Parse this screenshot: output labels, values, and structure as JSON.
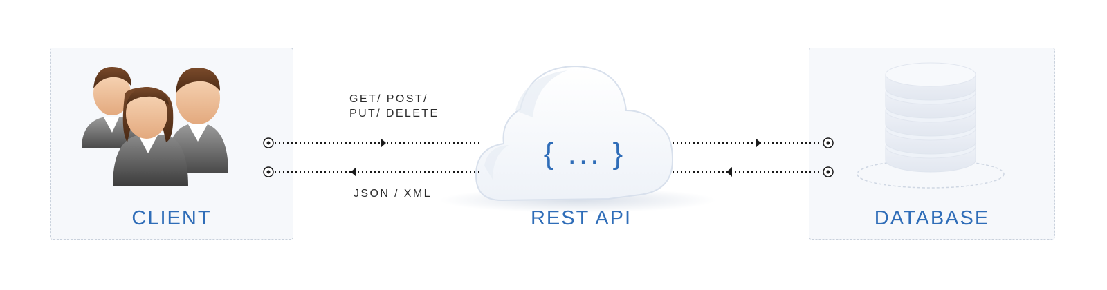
{
  "nodes": {
    "client": {
      "label": "CLIENT",
      "icon": "users-group-icon"
    },
    "api": {
      "label": "REST API",
      "icon": "cloud-icon",
      "symbol": "{ ... }"
    },
    "database": {
      "label": "DATABASE",
      "icon": "database-cylinder-icon"
    }
  },
  "edges": {
    "request_methods_line1": "GET/ POST/",
    "request_methods_line2": "PUT/ DELETE",
    "response_formats": "JSON / XML"
  },
  "colors": {
    "accent": "#2f6db8",
    "panel_bg": "#f6f8fb",
    "panel_border": "#c9d1dc",
    "connector": "#1a1a1a"
  }
}
